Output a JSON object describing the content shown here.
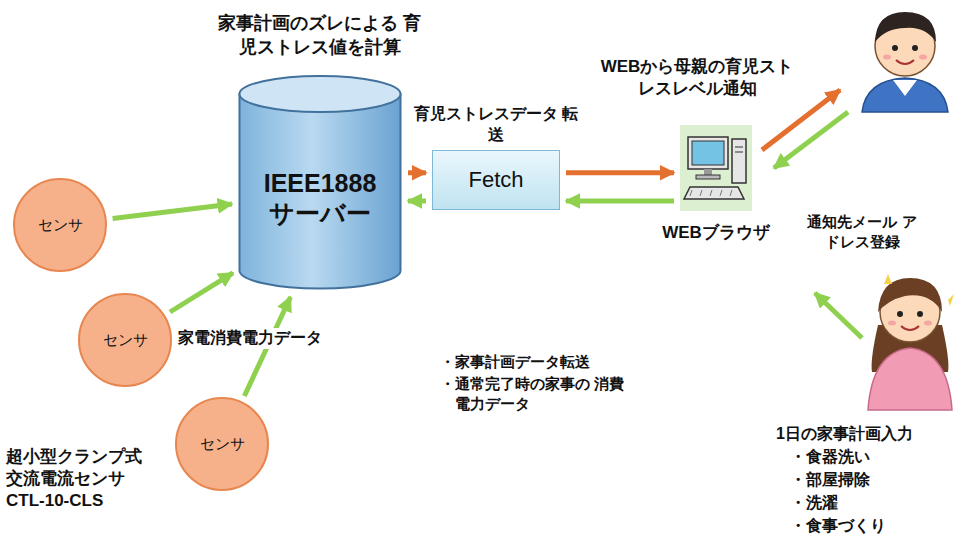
{
  "diagram": {
    "nodes": [
      {
        "text": [
          "センサ"
        ]
      },
      {
        "text": [
          "センサ"
        ]
      },
      {
        "text": [
          "センサ"
        ]
      },
      {
        "text": [
          "家事計画のズレによる 育児ストレス値を計算",
          "IEEE1888 サーバー"
        ]
      },
      {
        "text": [
          "Fetch"
        ]
      },
      {
        "text": [
          "WEBブラウザ"
        ]
      }
    ],
    "edges": [
      {
        "from": 0,
        "to": 3,
        "arrow": "to"
      },
      {
        "from": 1,
        "to": 3,
        "arrow": "to"
      },
      {
        "from": 2,
        "to": 3,
        "arrow": "to"
      },
      {
        "from": 3,
        "to": 4,
        "arrow": "to"
      },
      {
        "from": 4,
        "to": 5,
        "arrow": "to"
      },
      {
        "from": 5,
        "to": 4,
        "arrow": "to"
      },
      {
        "from": 4,
        "to": 3,
        "arrow": "to"
      }
    ],
    "labels": [
      "家電消費電力データ",
      "超小型クランプ式 交流電流センサ CTL-10-CLS",
      "育児ストレスデータ 転送",
      "・家事計画データ転送",
      "・通常完了時の家事の 消費電力データ",
      "WEBから母親の育児スト レスレベル通知",
      "通知先メール アドレス登録",
      "1日の家事計画入力",
      "・食器洗い",
      "・部屋掃除",
      "・洗濯",
      "・食事づくり"
    ]
  }
}
